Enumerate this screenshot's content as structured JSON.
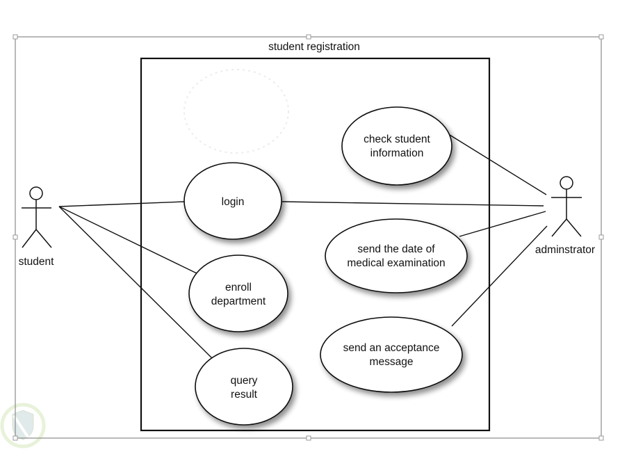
{
  "diagram": {
    "type": "uml-use-case",
    "frame_title": "student registration",
    "system_boundary": "student registration",
    "actors": [
      {
        "id": "student",
        "label": "student",
        "side": "left"
      },
      {
        "id": "administrator",
        "label": "adminstrator",
        "side": "right"
      }
    ],
    "use_cases": [
      {
        "id": "login",
        "lines": [
          "login"
        ]
      },
      {
        "id": "enroll",
        "lines": [
          "enroll",
          "department"
        ]
      },
      {
        "id": "query",
        "lines": [
          "query",
          "result"
        ]
      },
      {
        "id": "check",
        "lines": [
          "check student",
          "information"
        ]
      },
      {
        "id": "send-date",
        "lines": [
          "send the date of",
          "medical examination"
        ]
      },
      {
        "id": "send-accept",
        "lines": [
          "send an acceptance",
          "message"
        ]
      }
    ],
    "associations": [
      {
        "actor": "student",
        "use_case": "login"
      },
      {
        "actor": "student",
        "use_case": "enroll"
      },
      {
        "actor": "student",
        "use_case": "query"
      },
      {
        "actor": "administrator",
        "use_case": "login"
      },
      {
        "actor": "administrator",
        "use_case": "check"
      },
      {
        "actor": "administrator",
        "use_case": "send-date"
      },
      {
        "actor": "administrator",
        "use_case": "send-accept"
      }
    ],
    "colors": {
      "line": "#111111",
      "frame": "#8a8a8a",
      "ellipse_fill": "#ffffff",
      "watermark": "#cfe3b0"
    }
  }
}
